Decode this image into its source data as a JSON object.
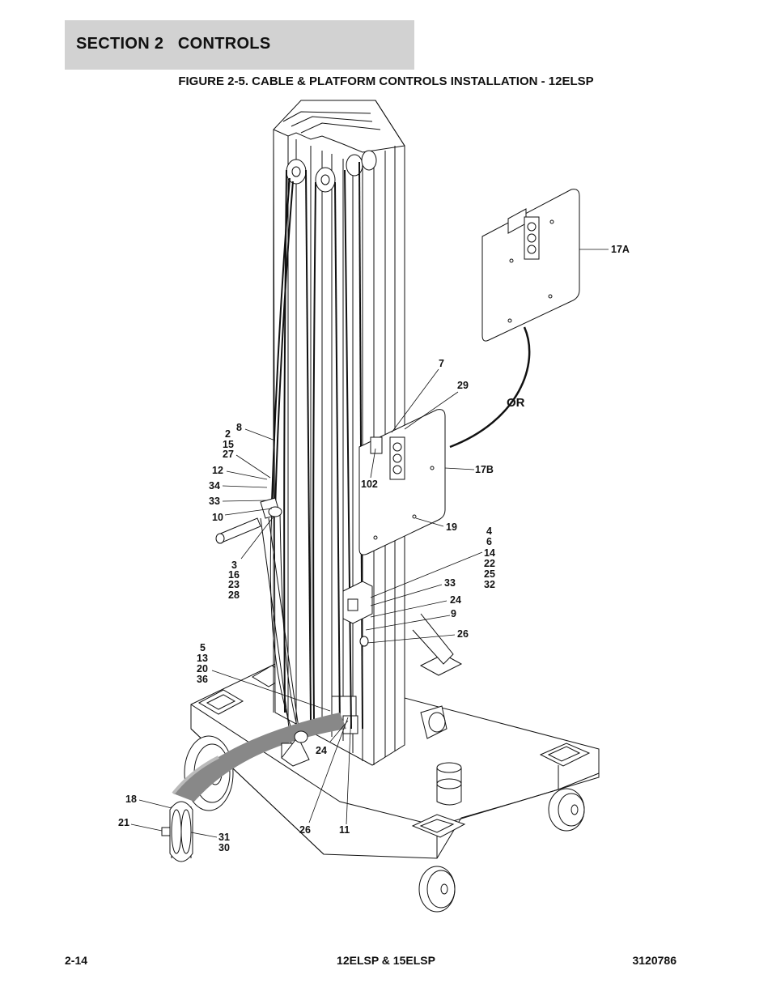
{
  "header": {
    "section_title": "SECTION 2   CONTROLS"
  },
  "figure": {
    "title": "FIGURE 2-5. CABLE & PLATFORM CONTROLS INSTALLATION - 12ELSP",
    "option_label": "OR",
    "callouts": {
      "c8": "8",
      "c2": [
        "2",
        "15",
        "27"
      ],
      "c12": "12",
      "c34": "34",
      "c33a": "33",
      "c10": "10",
      "c3": [
        "3",
        "16",
        "23",
        "28"
      ],
      "c5": [
        "5",
        "13",
        "20",
        "36"
      ],
      "c7": "7",
      "c29": "29",
      "c17a": "17A",
      "c17b": "17B",
      "c102": "102",
      "c19": "19",
      "c4": [
        "4",
        "6",
        "14",
        "22",
        "25",
        "32"
      ],
      "c33b": "33",
      "c24a": "24",
      "c9": "9",
      "c26a": "26",
      "c24b": "24",
      "c26b": "26",
      "c11": "11",
      "c18": "18",
      "c21": "21",
      "c31": [
        "31",
        "30"
      ]
    }
  },
  "footer": {
    "page_number": "2-14",
    "model": "12ELSP & 15ELSP",
    "document_number": "3120786"
  }
}
